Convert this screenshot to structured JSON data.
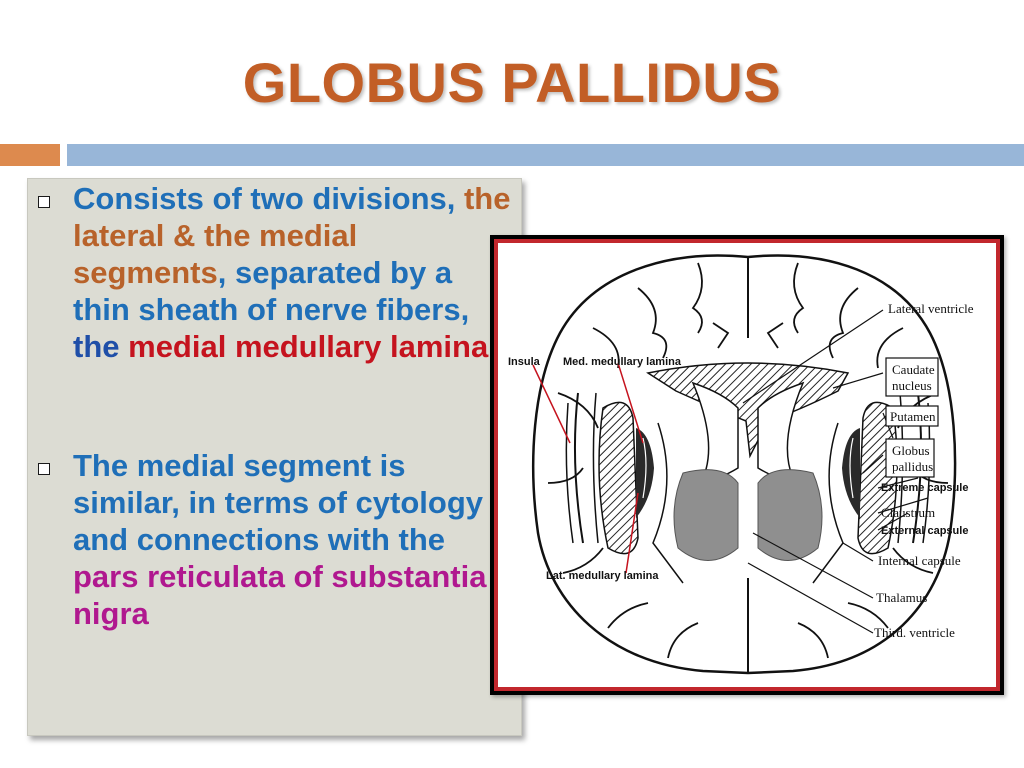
{
  "title": "GLOBUS PALLIDUS",
  "bullets": [
    {
      "p1": "Consists of two divisions, ",
      "p2": "the lateral & the medial segments",
      "p3": ", separated by a thin sheath of nerve fibers, ",
      "p4": "the ",
      "p5": "medial medullary lamina",
      "p6": "."
    },
    {
      "p1": "The medial segment is similar, in terms of cytology and connections with the ",
      "p2": "pars reticulata of substantia nigra"
    }
  ],
  "figure": {
    "labels": {
      "lateral_ventricle": "Lateral ventricle",
      "insula": "Insula",
      "med_medullary_lamina": "Med. medullary lamina",
      "caudate": "Caudate",
      "nucleus": "nucleus",
      "putamen": "Putamen",
      "globus": "Globus",
      "pallidus": "pallidus",
      "extreme_capsule": "Extreme capsule",
      "claustrum": "Claustrum",
      "external_capsule": "External capsule",
      "internal_capsule": "Internal capsule",
      "lat_medullary_lamina": "Lat. medullary lamina",
      "thalamus": "Thalamus",
      "third_ventricle": "Third. ventricle"
    }
  },
  "colors": {
    "title": "#c25e26",
    "blue_text": "#1f6fb8",
    "brown_text": "#b8622a",
    "red_text": "#c5131e",
    "magenta_text": "#b0188f",
    "orange_bar": "#dd8a4e",
    "blue_bar": "#98b6d8"
  }
}
